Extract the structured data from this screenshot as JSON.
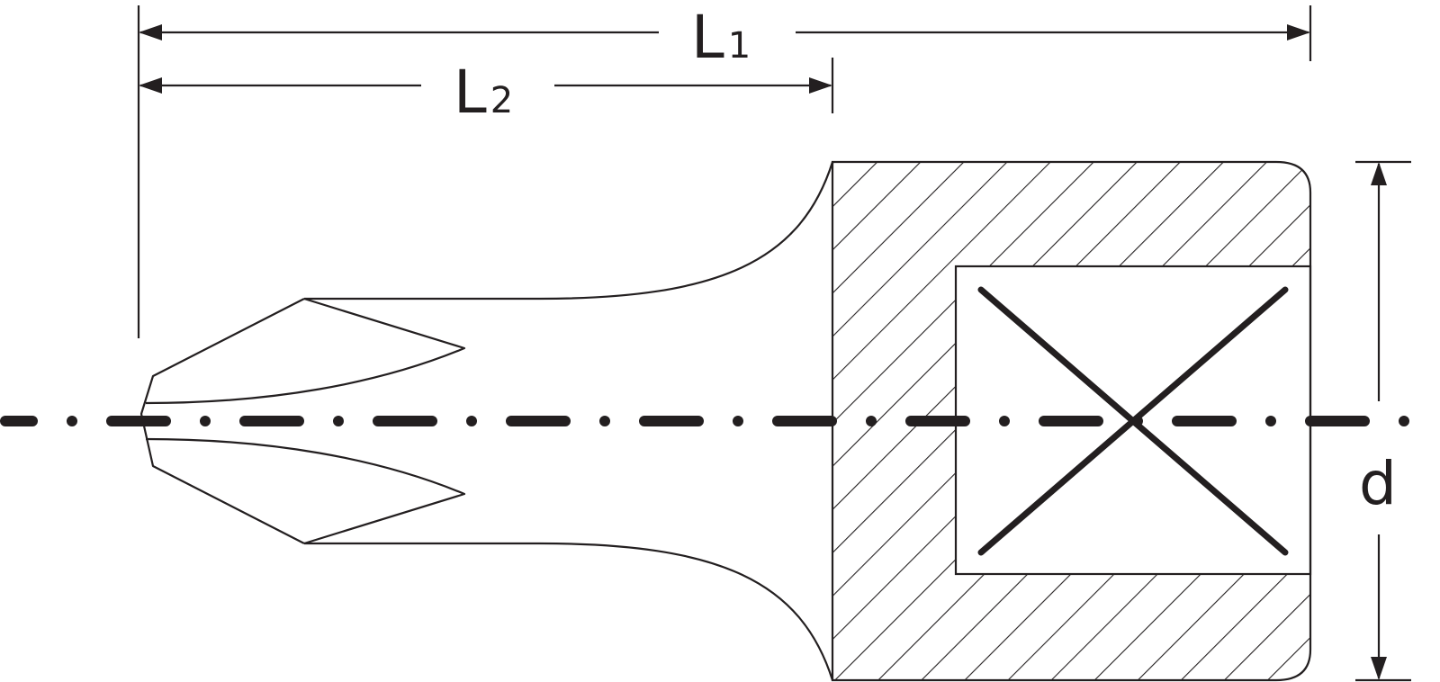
{
  "diagram": {
    "dimensions": {
      "L1": {
        "main": "L",
        "sub": "1"
      },
      "L2": {
        "main": "L",
        "sub": "2"
      },
      "d": {
        "main": "d"
      }
    },
    "colors": {
      "line": "#231f20",
      "background": "#ffffff"
    }
  }
}
